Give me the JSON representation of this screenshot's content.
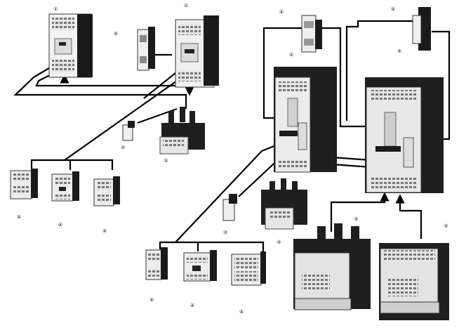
{
  "diagram": {
    "callouts": {
      "c1": "①",
      "c2": "②",
      "c3": "③",
      "c4": "④",
      "c5": "⑤"
    }
  }
}
